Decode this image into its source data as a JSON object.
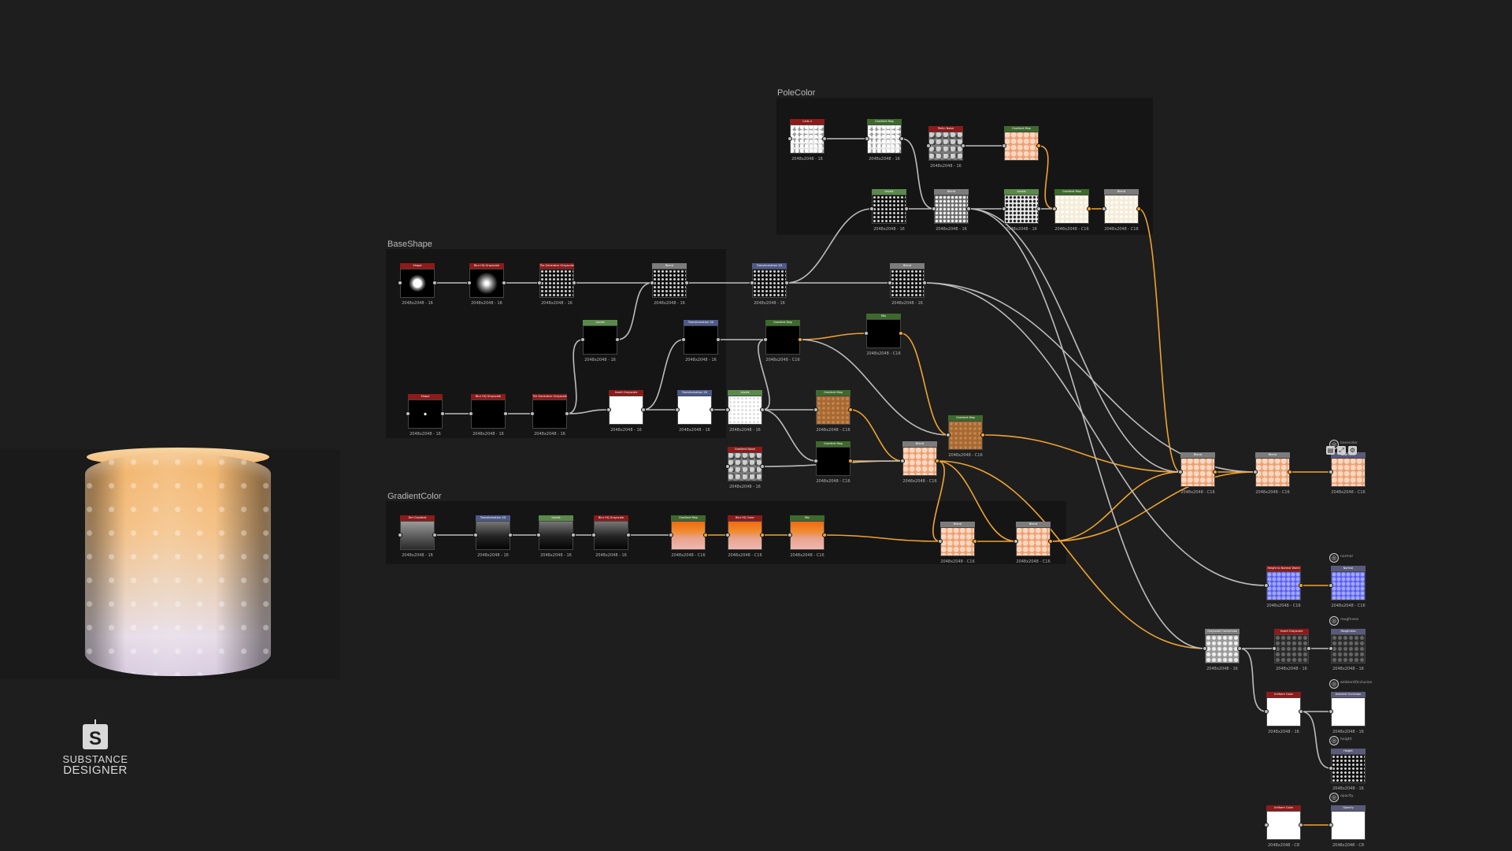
{
  "frames": [
    {
      "id": "polecolor",
      "title": "PoleColor"
    },
    {
      "id": "baseshape",
      "title": "BaseShape"
    },
    {
      "id": "gradientcolor",
      "title": "GradientColor"
    }
  ],
  "logo": {
    "line1": "SUBSTANCE",
    "line2": "DESIGNER"
  },
  "toolbar": {
    "icons": [
      "doc-icon",
      "fit-icon",
      "settings-icon"
    ]
  },
  "colors": {
    "background": "#1e1e1e",
    "frame": "#151515",
    "wire_gray": "#bdbdbd",
    "wire_orange": "#f0a430",
    "hdr_red": "#8e1a1a",
    "hdr_green": "#3d6a2c",
    "hdr_lightgreen": "#5a8a4a",
    "hdr_gray": "#7c7c7c",
    "hdr_blue": "#4e5a8a",
    "hdr_purple": "#5a5a7a"
  },
  "nodes": [
    {
      "id": "pc1",
      "title": "Cells 4",
      "res": "2048x2048 - 16",
      "cat": "red",
      "thumb": "noise-white"
    },
    {
      "id": "pc2",
      "title": "Gradient Map",
      "res": "2048x2048 - 16",
      "cat": "green",
      "thumb": "noise-white"
    },
    {
      "id": "pc3",
      "title": "Perlin Noise",
      "res": "2048x2048 - 16",
      "cat": "red",
      "thumb": "noise-gray"
    },
    {
      "id": "pc4",
      "title": "Gradient Map",
      "res": "",
      "cat": "green",
      "thumb": "peach-mottle"
    },
    {
      "id": "pc5",
      "title": "Levels",
      "res": "2048x2048 - 16",
      "cat": "lightgreen",
      "thumb": "dots-dark"
    },
    {
      "id": "pc6",
      "title": "Blend",
      "res": "2048x2048 - 16",
      "cat": "gray",
      "thumb": "dots-gray"
    },
    {
      "id": "pc7",
      "title": "Levels",
      "res": "2048x2048 - 16",
      "cat": "lightgreen",
      "thumb": "dots-light"
    },
    {
      "id": "pc8",
      "title": "Gradient Map",
      "res": "2048x2048 - C16",
      "cat": "green",
      "thumb": "cream"
    },
    {
      "id": "pc9",
      "title": "Blend",
      "res": "2048x2048 - C16",
      "cat": "gray",
      "thumb": "cream"
    },
    {
      "id": "bs1",
      "title": "Shape",
      "res": "2048x2048 - 16",
      "cat": "red",
      "thumb": "blob"
    },
    {
      "id": "bs2",
      "title": "Blur HQ Grayscale",
      "res": "2048x2048 - 16",
      "cat": "red",
      "thumb": "blob-soft"
    },
    {
      "id": "bs3",
      "title": "Tile Generator Grayscale",
      "res": "2048x2048 - 16",
      "cat": "red",
      "thumb": "dots-dark"
    },
    {
      "id": "bs4",
      "title": "Blend",
      "res": "2048x2048 - 16",
      "cat": "gray",
      "thumb": "dots-dark"
    },
    {
      "id": "bs5",
      "title": "Transformation 2D",
      "res": "2048x2048 - 16",
      "cat": "blue",
      "thumb": "dots-dark"
    },
    {
      "id": "bs6",
      "title": "Blend",
      "res": "2048x2048 - 16",
      "cat": "gray",
      "thumb": "dots-dark"
    },
    {
      "id": "bs7",
      "title": "Levels",
      "res": "2048x2048 - 16",
      "cat": "lightgreen",
      "thumb": "black"
    },
    {
      "id": "bs8",
      "title": "Transformation 2D",
      "res": "2048x2048 - 16",
      "cat": "blue",
      "thumb": "black"
    },
    {
      "id": "bs9",
      "title": "Gradient Map",
      "res": "2048x2048 - C16",
      "cat": "green",
      "thumb": "black"
    },
    {
      "id": "bs10",
      "title": "Mix",
      "res": "2048x2048 - C16",
      "cat": "green",
      "thumb": "black"
    },
    {
      "id": "bs11",
      "title": "Shape",
      "res": "2048x2048 - 16",
      "cat": "red",
      "thumb": "dot-small"
    },
    {
      "id": "bs12",
      "title": "Blur HQ Grayscale",
      "res": "2048x2048 - 16",
      "cat": "red",
      "thumb": "black"
    },
    {
      "id": "bs13",
      "title": "Tile Generator Grayscale",
      "res": "2048x2048 - 16",
      "cat": "red",
      "thumb": "black"
    },
    {
      "id": "bs14",
      "title": "Invert Grayscale",
      "res": "2048x2048 - 16",
      "cat": "red",
      "thumb": "white"
    },
    {
      "id": "bs15",
      "title": "Transformation 2D",
      "res": "2048x2048 - 16",
      "cat": "blue",
      "thumb": "white"
    },
    {
      "id": "bs16",
      "title": "Levels",
      "res": "2048x2048 - 16",
      "cat": "lightgreen",
      "thumb": "white-dots"
    },
    {
      "id": "bs17",
      "title": "Gradient Map",
      "res": "2048x2048 - C16",
      "cat": "green",
      "thumb": "brown"
    },
    {
      "id": "bs18",
      "title": "Gradient Map",
      "res": "2048x2048 - C16",
      "cat": "green",
      "thumb": "black"
    },
    {
      "id": "bs19",
      "title": "Gradient Noise",
      "res": "2048x2048 - 16",
      "cat": "red",
      "thumb": "noise-gray"
    },
    {
      "id": "bs20",
      "title": "Gradient Map",
      "res": "2048x2048 - C16",
      "cat": "green",
      "thumb": "brown"
    },
    {
      "id": "bs21",
      "title": "Blend",
      "res": "2048x2048 - C16",
      "cat": "gray",
      "thumb": "peach-mottle"
    },
    {
      "id": "gc1",
      "title": "Dirt Gradient",
      "res": "2048x2048 - 16",
      "cat": "red",
      "thumb": "fog"
    },
    {
      "id": "gc2",
      "title": "Transformation 2D",
      "res": "2048x2048 - 16",
      "cat": "blue",
      "thumb": "fog-dark"
    },
    {
      "id": "gc3",
      "title": "Levels",
      "res": "2048x2048 - 16",
      "cat": "lightgreen",
      "thumb": "fog-dark"
    },
    {
      "id": "gc4",
      "title": "Blur HQ Grayscale",
      "res": "2048x2048 - 16",
      "cat": "red",
      "thumb": "fog-dark"
    },
    {
      "id": "gc5",
      "title": "Gradient Map",
      "res": "2048x2048 - C16",
      "cat": "green",
      "thumb": "orange-pink"
    },
    {
      "id": "gc6",
      "title": "Blur HQ Color",
      "res": "2048x2048 - C16",
      "cat": "red",
      "thumb": "orange-pink"
    },
    {
      "id": "gc7",
      "title": "Mix",
      "res": "2048x2048 - C16",
      "cat": "green",
      "thumb": "orange-pink"
    },
    {
      "id": "gc8",
      "title": "Blend",
      "res": "2048x2048 - C16",
      "cat": "gray",
      "thumb": "peach-mottle"
    },
    {
      "id": "gc9",
      "title": "Blend",
      "res": "2048x2048 - C16",
      "cat": "gray",
      "thumb": "peach-mottle"
    },
    {
      "id": "op1",
      "title": "Blend",
      "res": "2048x2048 - C16",
      "cat": "gray",
      "thumb": "peach-mottle"
    },
    {
      "id": "op2",
      "title": "Blend",
      "res": "2048x2048 - C16",
      "cat": "gray",
      "thumb": "peach-mottle"
    },
    {
      "id": "op3",
      "title": "Base Color",
      "res": "2048x2048 - C16",
      "cat": "purple",
      "thumb": "peach-mottle",
      "output": "basecolor"
    },
    {
      "id": "op4",
      "title": "Height to Normal World",
      "res": "2048x2048 - C16",
      "cat": "red",
      "thumb": "normal"
    },
    {
      "id": "op5",
      "title": "Normal",
      "res": "2048x2048 - C16",
      "cat": "purple",
      "thumb": "normal",
      "output": "normal"
    },
    {
      "id": "op6",
      "title": "Grayscale Conversion",
      "res": "2048x2048 - 16",
      "cat": "gray",
      "thumb": "gray-mottle"
    },
    {
      "id": "op7",
      "title": "Invert Grayscale",
      "res": "2048x2048 - 16",
      "cat": "red",
      "thumb": "dark-mottle"
    },
    {
      "id": "op8",
      "title": "Roughness",
      "res": "2048x2048 - 16",
      "cat": "purple",
      "thumb": "dark-mottle",
      "output": "roughness"
    },
    {
      "id": "op9",
      "title": "Uniform Color",
      "res": "2048x2048 - 16",
      "cat": "red",
      "thumb": "white"
    },
    {
      "id": "op10",
      "title": "Ambient Occlusion",
      "res": "2048x2048 - 16",
      "cat": "purple",
      "thumb": "white",
      "output": "ambientOcclusion"
    },
    {
      "id": "op11",
      "title": "Height",
      "res": "2048x2048 - 16",
      "cat": "purple",
      "thumb": "dots-dark",
      "output": "height"
    },
    {
      "id": "op12",
      "title": "Uniform Color",
      "res": "2048x2048 - C8",
      "cat": "red",
      "thumb": "white"
    },
    {
      "id": "op13",
      "title": "Opacity",
      "res": "2048x2048 - C8",
      "cat": "purple",
      "thumb": "white",
      "output": "opacity"
    }
  ]
}
